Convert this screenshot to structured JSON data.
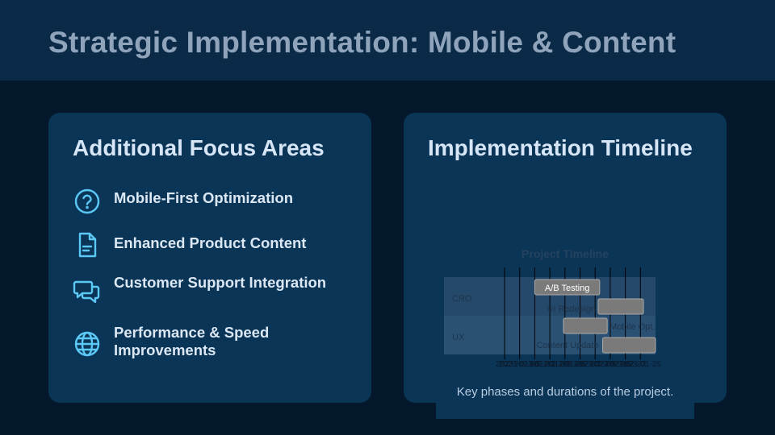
{
  "header": {
    "title": "Strategic Implementation: Mobile & Content"
  },
  "left_card": {
    "title": "Additional Focus Areas",
    "items": [
      {
        "label": "Mobile-First Optimization",
        "icon": "question-circle-icon"
      },
      {
        "label": "Enhanced Product Content",
        "icon": "document-icon"
      },
      {
        "label": "Customer Support Integration",
        "icon": "chat-bubbles-icon"
      },
      {
        "label": "Performance & Speed Improvements",
        "icon": "globe-icon"
      }
    ]
  },
  "right_card": {
    "title": "Implementation Timeline",
    "caption": "Key phases and durations of the project."
  },
  "chart_data": {
    "type": "gantt",
    "title": "Project Timeline",
    "groups": [
      "CRO",
      "UX"
    ],
    "tasks": [
      {
        "name": "A/B Testing",
        "group": "CRO",
        "start": 2.0,
        "end": 6.3
      },
      {
        "name": "UI Redesign",
        "group": "CRO",
        "start": 6.2,
        "end": 9.2
      },
      {
        "name": "Mobile Opt.",
        "group": "UX",
        "start": 3.9,
        "end": 6.8
      },
      {
        "name": "Content Update",
        "group": "UX",
        "start": 6.5,
        "end": 10.0
      }
    ],
    "x_ticks": [
      "2023",
      "2023-01-05",
      "2023-01-12",
      "2023-01-19",
      "2023-01-26",
      "2023-02-02",
      "2023-02-09",
      "2023-02-16",
      "2023-02-23",
      "2023-01-26"
    ],
    "colors": {
      "bar": "#7a7a7a",
      "bar_stroke": "#aaaaaa",
      "band_cro": "#25496a",
      "band_ux": "#2a5173",
      "grid": "#000000"
    }
  }
}
